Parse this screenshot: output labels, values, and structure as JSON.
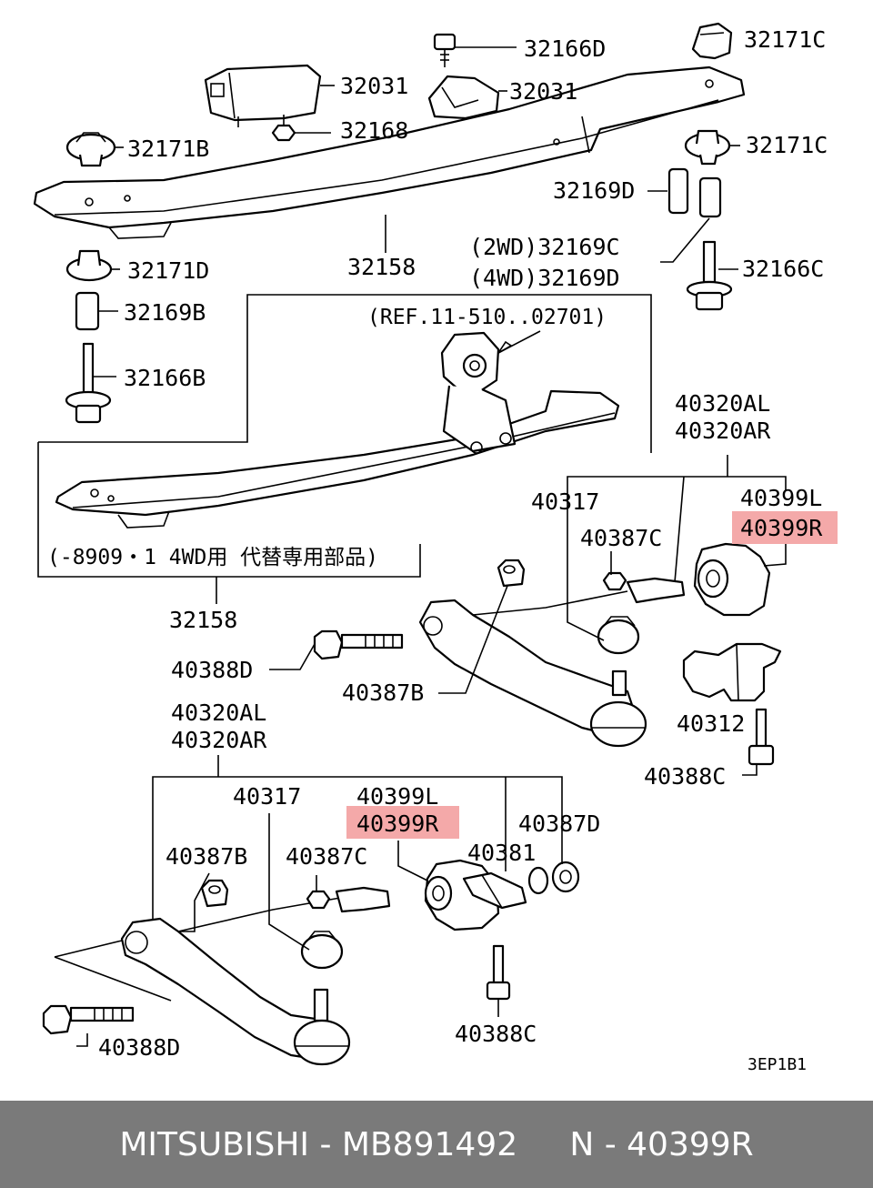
{
  "labels": {
    "p32166D": "32166D",
    "p32171C_top": "32171C",
    "p32031_left": "32031",
    "p32031_right": "32031",
    "p32168": "32168",
    "p32171B": "32171B",
    "p32171C_mid": "32171C",
    "p32169D": "32169D",
    "p32169C_2wd": "(2WD)32169C",
    "p32169D_4wd": "(4WD)32169D",
    "p32158_top": "32158",
    "p32171D": "32171D",
    "p32166C": "32166C",
    "p32169B": "32169B",
    "p32166B": "32166B",
    "ref_note": "(REF.11-510..02701)",
    "p40320AL_top": "40320AL",
    "p40320AR_top": "40320AR",
    "p40317_top": "40317",
    "p40399L_top": "40399L",
    "p40399R_top": "40399R",
    "p40387C_top": "40387C",
    "inset_note": "(-8909・1  4WD用  代替専用部品)",
    "p32158_bottom": "32158",
    "p40388D_top": "40388D",
    "p40387B_top": "40387B",
    "p40312": "40312",
    "p40388C_top": "40388C",
    "p40320AL_bottom": "40320AL",
    "p40320AR_bottom": "40320AR",
    "p40317_bottom": "40317",
    "p40399L_bottom": "40399L",
    "p40399R_bottom": "40399R",
    "p40387D": "40387D",
    "p40387B_bottom": "40387B",
    "p40387C_bottom": "40387C",
    "p40381": "40381",
    "p40388D_bottom": "40388D",
    "p40388C_bottom": "40388C",
    "diagram_code": "3EP1B1"
  },
  "colors": {
    "highlight": "#f4a9a9",
    "footer_bg": "#7a7a7a",
    "footer_text": "#ffffff"
  },
  "footer": {
    "brand_part": "MITSUBISHI - MB891492",
    "ref_part": "N - 40399R"
  }
}
